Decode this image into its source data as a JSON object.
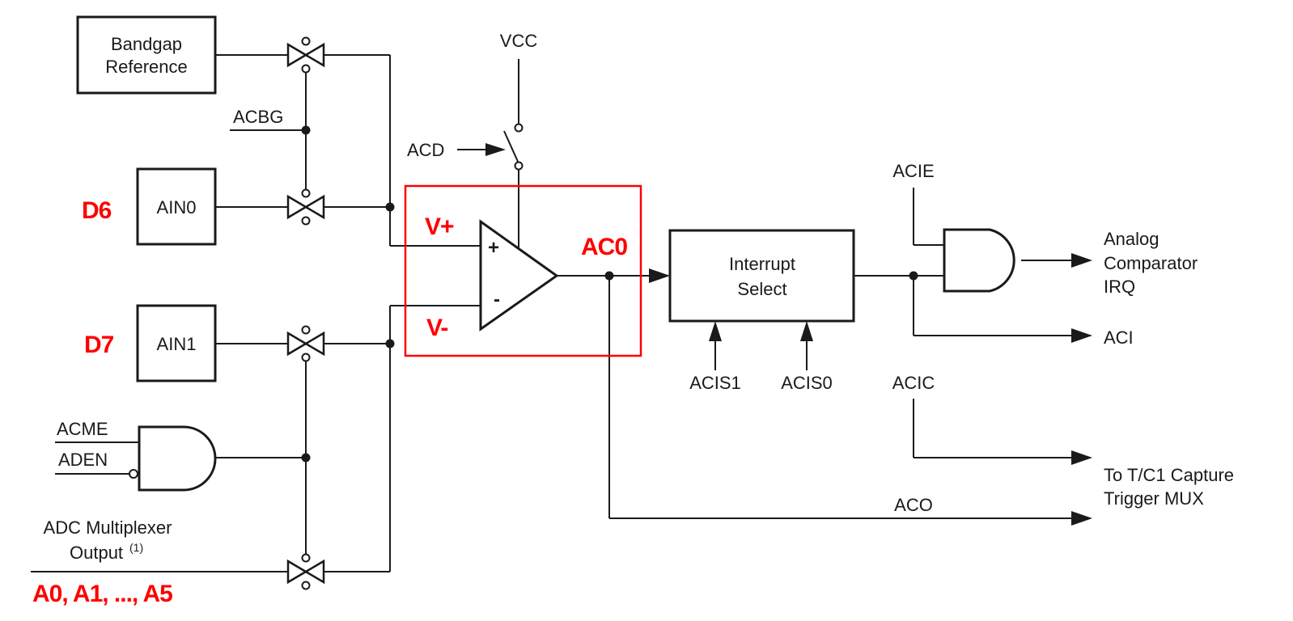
{
  "blocks": {
    "bandgap_line1": "Bandgap",
    "bandgap_line2": "Reference",
    "ain0": "AIN0",
    "ain1": "AIN1",
    "interrupt_line1": "Interrupt",
    "interrupt_line2": "Select"
  },
  "signals": {
    "acbg": "ACBG",
    "vcc": "VCC",
    "acd": "ACD",
    "acme": "ACME",
    "aden": "ADEN",
    "adc_mux_line1": "ADC Multiplexer",
    "adc_mux_line2": "Output",
    "adc_mux_note": "(1)",
    "acie": "ACIE",
    "acis1": "ACIS1",
    "acis0": "ACIS0",
    "acic": "ACIC",
    "aco": "ACO",
    "comparator_plus": "+",
    "comparator_minus": "-"
  },
  "outputs": {
    "irq_line1": "Analog",
    "irq_line2": "Comparator",
    "irq_line3": "IRQ",
    "aci": "ACI",
    "capture_line1": "To T/C1 Capture",
    "capture_line2": "Trigger MUX"
  },
  "annotations": {
    "d6": "D6",
    "d7": "D7",
    "vplus": "V+",
    "vminus": "V-",
    "ac0": "AC0",
    "analog_pins": "A0, A1, ..., A5"
  },
  "colors": {
    "annotation": "#ff0000",
    "line": "#1a1a1a"
  }
}
